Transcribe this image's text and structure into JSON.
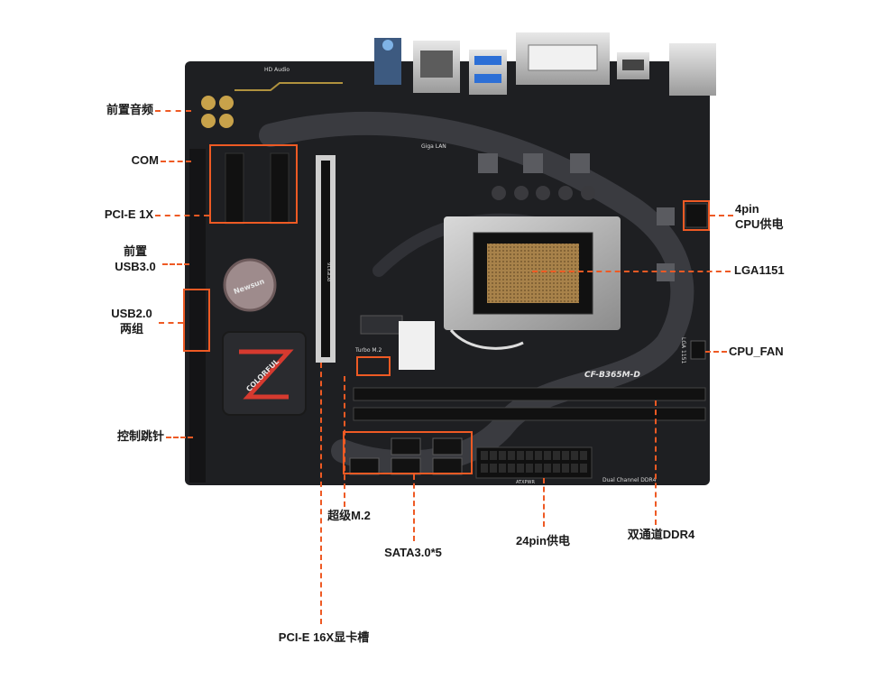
{
  "board": {
    "silk_hd_audio": "HD Audio",
    "silk_giga_lan": "Giga LAN",
    "silk_model": "CF-B365M-D",
    "silk_dual_channel": "Dual Channel DDR4",
    "silk_lga": "LGA 1151",
    "silk_turbo": "Turbo M.2",
    "silk_pcie": "PCIEX16",
    "silk_atx": "ATXPWR",
    "heatsink_brand": "COLORFUL",
    "battery_brand": "Newsun"
  },
  "callouts": {
    "front_audio": "前置音频",
    "com": "COM",
    "pcie_1x": "PCI-E 1X",
    "front_usb30_line1": "前置",
    "front_usb30_line2": "USB3.0",
    "usb20_line1": "USB2.0",
    "usb20_line2": "两组",
    "control_pins": "控制跳针",
    "super_m2": "超级M.2",
    "sata": "SATA3.0*5",
    "pcie_16x": "PCI-E 16X显卡槽",
    "power_24pin": "24pin供电",
    "ddr4": "双通道DDR4",
    "cpu_power_line1": "4pin",
    "cpu_power_line2": "CPU供电",
    "lga": "LGA1151",
    "cpu_fan": "CPU_FAN"
  },
  "colors": {
    "accent": "#ee5a24",
    "pcb": "#1e1f22",
    "pcb_dark": "#141416",
    "gold": "#c8a24a"
  }
}
